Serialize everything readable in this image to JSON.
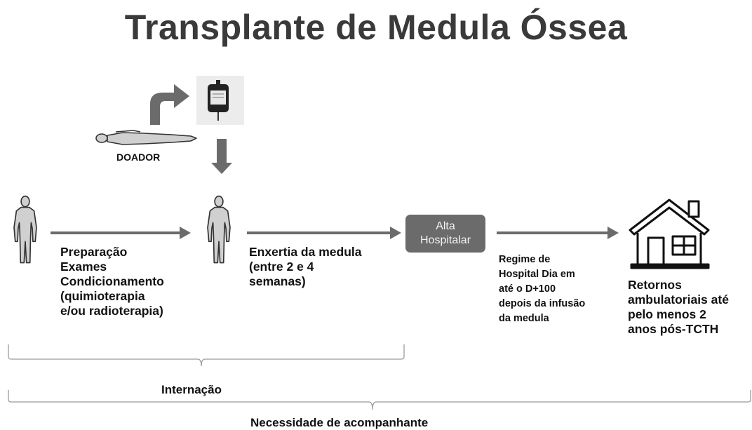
{
  "title": "Transplante de Medula Óssea",
  "donor_label": "DOADOR",
  "step1_lines": [
    "Preparação",
    "Exames",
    "Condicionamento",
    "(quimioterapia",
    "e/ou radioterapia)"
  ],
  "step2_lines": [
    "Enxertia da medula",
    "(entre 2 e 4",
    "semanas)"
  ],
  "alta_lines": [
    "Alta",
    "Hospitalar"
  ],
  "hospital_dia_lines": [
    "Regime de",
    "Hospital Dia em",
    "até o D+100",
    "depois da infusão",
    "da medula"
  ],
  "retornos_lines": [
    "Retornos",
    "ambulatoriais até",
    "pelo menos 2",
    "anos pós-TCTH"
  ],
  "internacao_label": "Internação",
  "acompanhante_label": "Necessidade de acompanhante",
  "colors": {
    "arrow": "#6b6b6b",
    "box": "#6b6b6b",
    "bracket": "#9a9a9a"
  },
  "icons": [
    "lying-person-icon",
    "blood-bag-icon",
    "standing-person-icon",
    "house-icon"
  ]
}
